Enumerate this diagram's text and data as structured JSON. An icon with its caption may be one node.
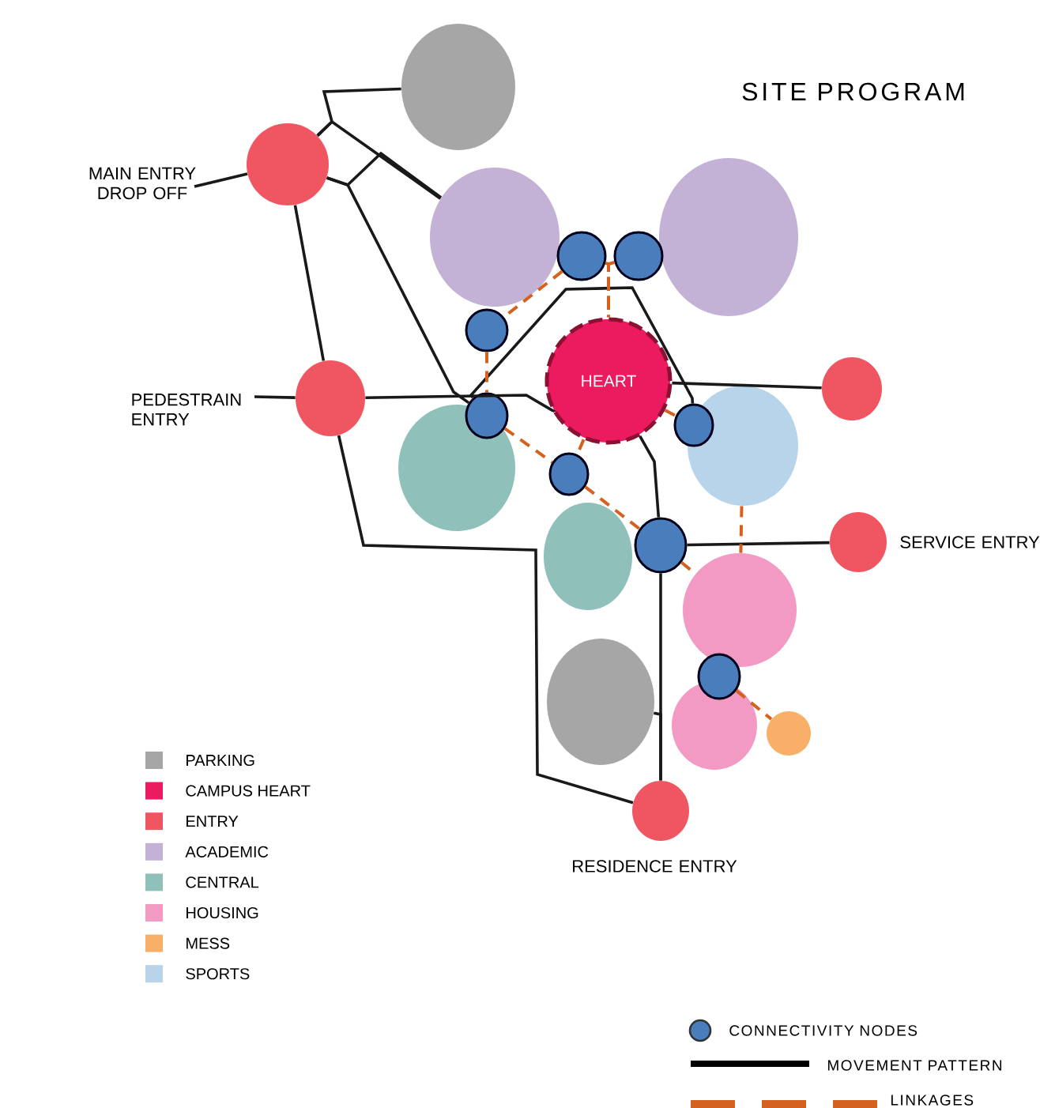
{
  "diagram": {
    "title": "SITE PROGRAM",
    "nodes": [
      {
        "text": [],
        "shape": "circle"
      },
      {
        "text": [],
        "shape": "circle",
        "beside": [
          "MAIN ENTRY DROP OFF"
        ]
      },
      {
        "text": [],
        "shape": "circle"
      },
      {
        "text": [],
        "shape": "circle"
      },
      {
        "text": [],
        "shape": "circle"
      },
      {
        "text": [],
        "shape": "circle"
      },
      {
        "text": [],
        "shape": "circle"
      },
      {
        "text": [
          "HEART"
        ]
      },
      {
        "text": [],
        "shape": "circle",
        "beside": [
          "PEDESTRAIN ENTRY"
        ]
      },
      {
        "text": [],
        "shape": "circle"
      },
      {
        "text": [],
        "shape": "circle"
      },
      {
        "text": [],
        "shape": "circle"
      },
      {
        "text": [],
        "shape": "circle"
      },
      {
        "text": [],
        "shape": "circle"
      },
      {
        "text": [],
        "shape": "circle"
      },
      {
        "text": [],
        "shape": "circle"
      },
      {
        "text": [],
        "shape": "circle"
      },
      {
        "text": [],
        "shape": "circle",
        "beside": [
          "SERVICE ENTRY"
        ]
      },
      {
        "text": [],
        "shape": "circle"
      },
      {
        "text": [],
        "shape": "circle"
      },
      {
        "text": [],
        "shape": "circle"
      },
      {
        "text": [],
        "shape": "circle"
      },
      {
        "text": [],
        "shape": "circle"
      },
      {
        "text": [],
        "shape": "circle",
        "beside": [
          "RESIDENCE ENTRY"
        ]
      }
    ],
    "edges": [
      {
        "from": 0,
        "to": 1,
        "arrow": "none"
      },
      {
        "from": 1,
        "to": 2,
        "arrow": "none"
      },
      {
        "from": 1,
        "to": 2,
        "arrow": "none"
      },
      {
        "from": 1,
        "to": 8,
        "arrow": "none"
      },
      {
        "from": 1,
        "to": 10,
        "arrow": "none"
      },
      {
        "from": null,
        "to": 1,
        "arrow": "none"
      },
      {
        "from": null,
        "to": 8,
        "arrow": "none"
      },
      {
        "from": 8,
        "to": 7,
        "arrow": "none"
      },
      {
        "from": 10,
        "to": 11,
        "arrow": "none"
      },
      {
        "from": 7,
        "to": 9,
        "arrow": "none"
      },
      {
        "from": 7,
        "to": 16,
        "arrow": "none"
      },
      {
        "from": 16,
        "to": 17,
        "arrow": "none"
      },
      {
        "from": 16,
        "to": 23,
        "arrow": "none"
      },
      {
        "from": 19,
        "to": 23,
        "arrow": "none"
      },
      {
        "from": 8,
        "to": 23,
        "arrow": "none"
      },
      {
        "from": 4,
        "to": 7,
        "arrow": "none",
        "style": "dashed",
        "color": "#d4621e"
      },
      {
        "from": 5,
        "to": 7,
        "arrow": "none",
        "style": "dashed",
        "color": "#d4621e"
      },
      {
        "from": 4,
        "to": 6,
        "arrow": "none",
        "style": "dashed",
        "color": "#d4621e"
      },
      {
        "from": 6,
        "to": 10,
        "arrow": "none",
        "style": "dashed",
        "color": "#d4621e"
      },
      {
        "from": 10,
        "to": 14,
        "arrow": "none",
        "style": "dashed",
        "color": "#d4621e"
      },
      {
        "from": 14,
        "to": 16,
        "arrow": "none",
        "style": "dashed",
        "color": "#d4621e"
      },
      {
        "from": 16,
        "to": 18,
        "arrow": "none",
        "style": "dashed",
        "color": "#d4621e"
      },
      {
        "from": 7,
        "to": 14,
        "arrow": "none",
        "style": "dashed",
        "color": "#d4621e"
      },
      {
        "from": 7,
        "to": 11,
        "arrow": "none",
        "style": "dashed",
        "color": "#d4621e"
      },
      {
        "from": 12,
        "to": 18,
        "arrow": "none",
        "style": "dashed",
        "color": "#d4621e"
      },
      {
        "from": 20,
        "to": 22,
        "arrow": "none",
        "style": "dashed",
        "color": "#d4621e"
      }
    ],
    "legend": [
      {
        "text": "PARKING",
        "color": "#a6a6a6"
      },
      {
        "text": "CAMPUS HEART",
        "color": "#ec1a5f"
      },
      {
        "text": "ENTRY",
        "color": "#f05562"
      },
      {
        "text": "ACADEMIC",
        "color": "#c4b2d6"
      },
      {
        "text": "CENTRAL",
        "color": "#8fc0ba"
      },
      {
        "text": "HOUSING",
        "color": "#f29ac3"
      },
      {
        "text": "MESS",
        "color": "#f8b068"
      },
      {
        "text": "SPORTS",
        "color": "#b8d4ea"
      },
      {
        "text": "CONNECTIVITY NODES"
      },
      {
        "text": "MOVEMENT PATTERN"
      },
      {
        "text": "LINKAGES"
      }
    ]
  }
}
